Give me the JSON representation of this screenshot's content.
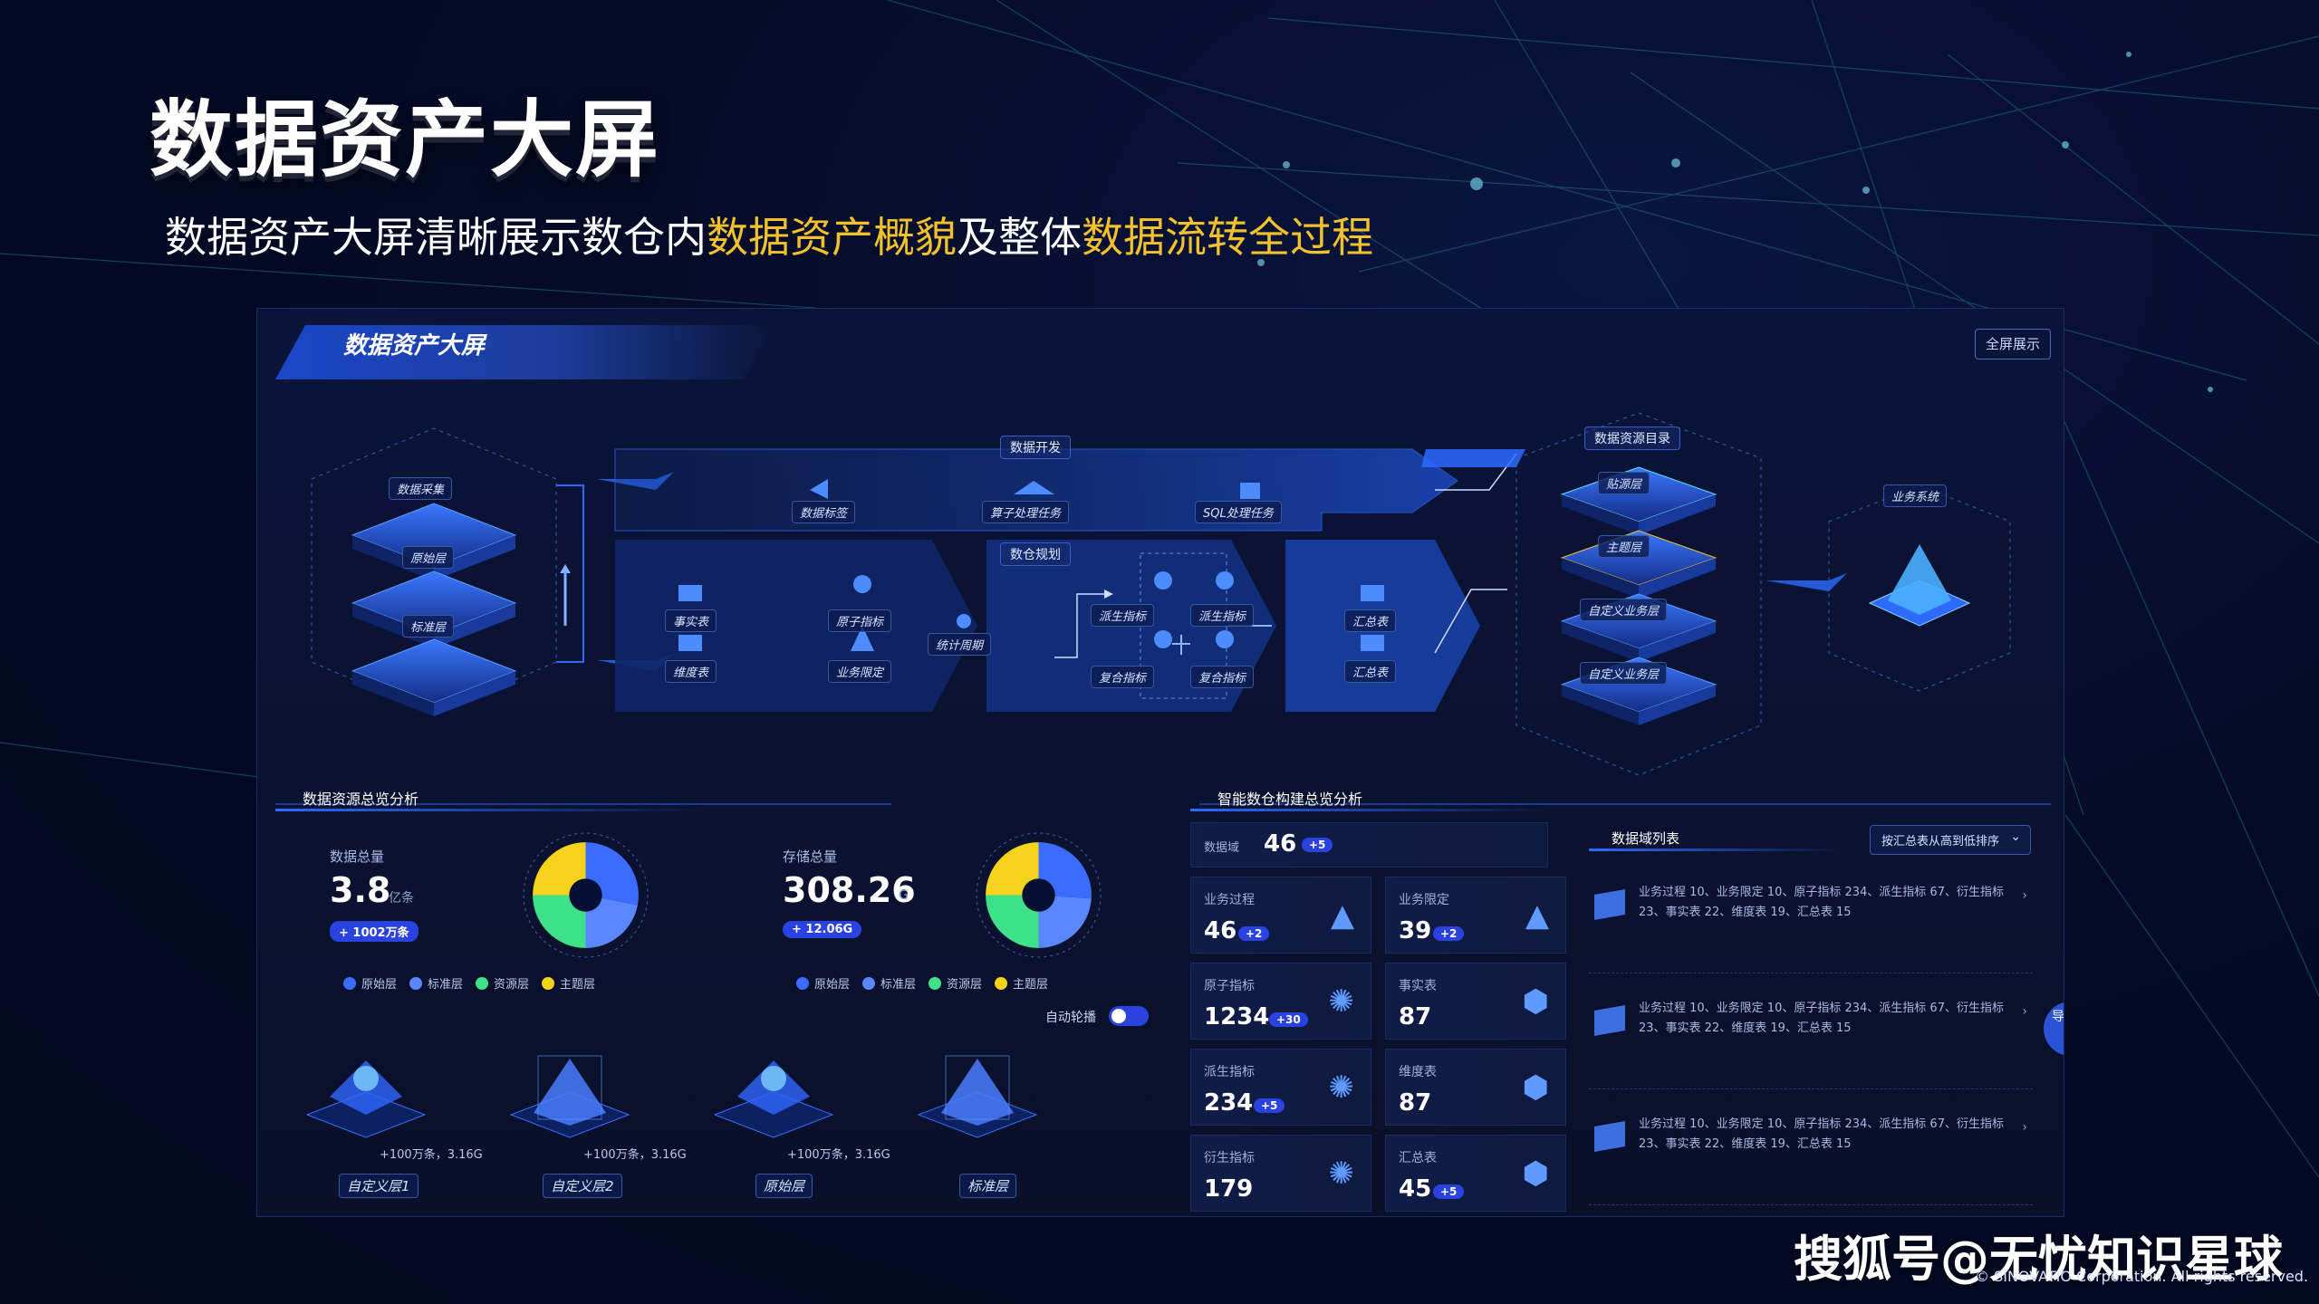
{
  "slide": {
    "title": "数据资产大屏",
    "subtitle_prefix": "数据资产大屏清晰展示数仓内",
    "subtitle_hl1": "数据资产概貌",
    "subtitle_mid": "及整体",
    "subtitle_hl2": "数据流转全过程",
    "highlight_color": "#f2c12e"
  },
  "panel": {
    "title": "数据资产大屏",
    "fullscreen_label": "全屏展示"
  },
  "flow": {
    "left_stack": [
      "数据采集",
      "原始层",
      "标准层"
    ],
    "dev_title": "数据开发",
    "dev_items": [
      "数据标签",
      "算子处理任务",
      "SQL处理任务"
    ],
    "plan_title": "数仓规划",
    "plan_items": {
      "fact": "事实表",
      "dim": "维度表",
      "atomic": "原子指标",
      "scope": "业务限定",
      "period": "统计周期",
      "derived1": "派生指标",
      "composite1": "复合指标",
      "derived2": "派生指标",
      "composite2": "复合指标",
      "summary1": "汇总表",
      "summary2": "汇总表"
    },
    "catalog_title": "数据资源目录",
    "catalog_layers": [
      "贴源层",
      "主题层",
      "自定义业务层",
      "自定义业务层"
    ],
    "biz_title": "业务系统"
  },
  "resource_overview": {
    "header": "数据资源总览分析",
    "total": {
      "label": "数据总量",
      "value": "3.8",
      "unit": "亿条",
      "delta": "+ 1002万条"
    },
    "storage": {
      "label": "存储总量",
      "value": "308.26",
      "unit": "G",
      "delta": "+ 12.06G"
    },
    "legend": [
      {
        "name": "原始层",
        "color": "#3b6cff"
      },
      {
        "name": "标准层",
        "color": "#5a86ff"
      },
      {
        "name": "资源层",
        "color": "#3fe08a"
      },
      {
        "name": "主题层",
        "color": "#f5d31a"
      }
    ],
    "donut1": [
      {
        "name": "原始层",
        "value": 28,
        "color": "#3b6cff"
      },
      {
        "name": "标准层",
        "value": 22,
        "color": "#5a86ff"
      },
      {
        "name": "资源层",
        "value": 25,
        "color": "#3fe08a"
      },
      {
        "name": "主题层",
        "value": 25,
        "color": "#f5d31a"
      }
    ],
    "donut2": [
      {
        "name": "原始层",
        "value": 26,
        "color": "#3b6cff"
      },
      {
        "name": "标准层",
        "value": 24,
        "color": "#5a86ff"
      },
      {
        "name": "资源层",
        "value": 25,
        "color": "#3fe08a"
      },
      {
        "name": "主题层",
        "value": 25,
        "color": "#f5d31a"
      }
    ],
    "auto_rotate_label": "自动轮播",
    "layers": [
      {
        "name": "自定义层1",
        "stat": "+100万条，3.16G"
      },
      {
        "name": "自定义层2",
        "stat": "+100万条，3.16G"
      },
      {
        "name": "原始层",
        "stat": "+100万条，3.16G"
      },
      {
        "name": "标准层",
        "stat": ""
      }
    ]
  },
  "smart_build": {
    "header": "智能数仓构建总览分析",
    "domain": {
      "label": "数据域",
      "value": "46",
      "delta": "+5"
    },
    "cards": [
      {
        "label": "业务过程",
        "value": "46",
        "delta": "+2",
        "icon": "pyramid-icon"
      },
      {
        "label": "业务限定",
        "value": "39",
        "delta": "+2",
        "icon": "pyramid-icon"
      },
      {
        "label": "原子指标",
        "value": "1234",
        "delta": "+30",
        "icon": "atom-icon"
      },
      {
        "label": "事实表",
        "value": "87",
        "delta": "",
        "icon": "cube-icon"
      },
      {
        "label": "派生指标",
        "value": "234",
        "delta": "+5",
        "icon": "atom-icon"
      },
      {
        "label": "维度表",
        "value": "87",
        "delta": "",
        "icon": "cube-icon"
      },
      {
        "label": "衍生指标",
        "value": "179",
        "delta": "",
        "icon": "atom-icon"
      },
      {
        "label": "汇总表",
        "value": "45",
        "delta": "+5",
        "icon": "cube-icon"
      }
    ]
  },
  "domain_list": {
    "header": "数据域列表",
    "sort_label": "按汇总表从高到低排序",
    "rows": [
      {
        "line1": "业务过程 10、业务限定 10、原子指标 234、派生指标 67、衍生指标",
        "line2": "23、事实表 22、维度表 19、汇总表 15"
      },
      {
        "line1": "业务过程 10、业务限定 10、原子指标 234、派生指标 67、衍生指标",
        "line2": "23、事实表 22、维度表 19、汇总表 15"
      },
      {
        "line1": "业务过程 10、业务限定 10、原子指标 234、派生指标 67、衍生指标",
        "line2": "23、事实表 22、维度表 19、汇总表 15"
      }
    ],
    "side_tab": "导航"
  },
  "footer": {
    "watermark": "搜狐号@无忧知识星球",
    "copyright": "© SINOVATIO Corporation. All rights reserved."
  }
}
